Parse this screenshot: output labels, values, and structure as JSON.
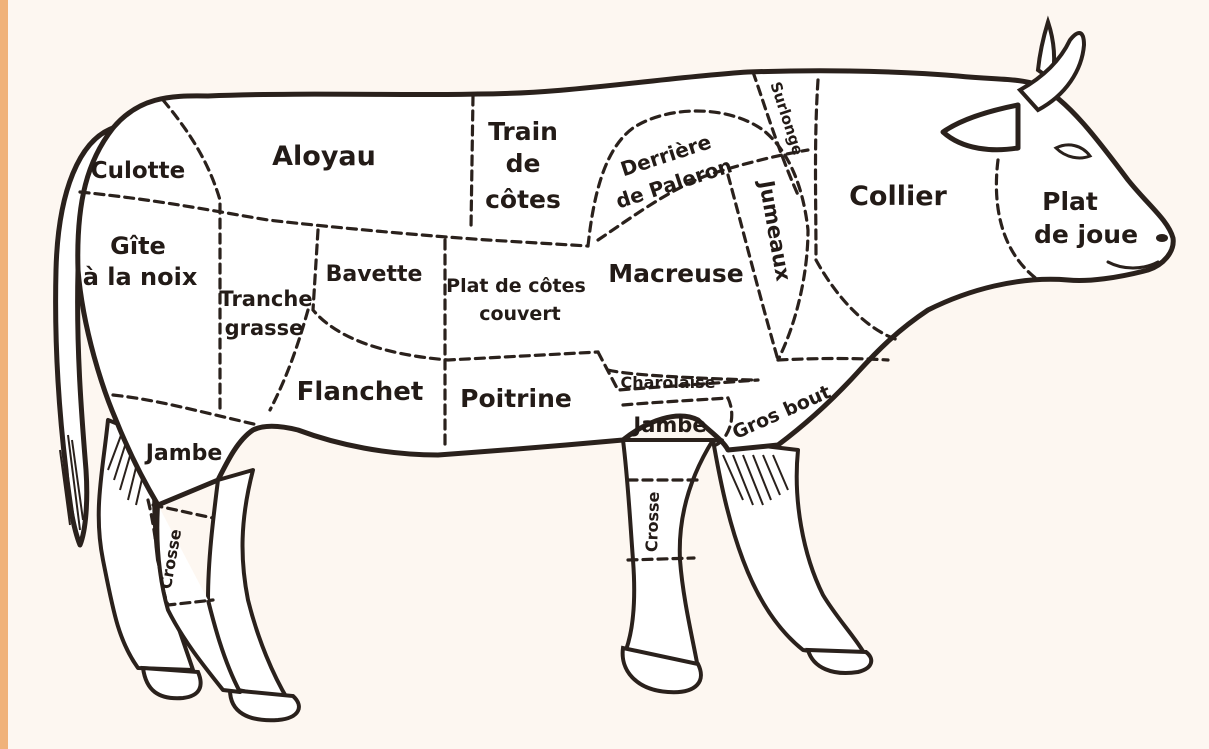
{
  "colors": {
    "frame_border": "#f0b27a",
    "background": "#fdf7f1",
    "outline": "#2a211c"
  },
  "cuts": {
    "culotte": "Culotte",
    "aloyau": "Aloyau",
    "train_de_cotes": [
      "Train",
      "de",
      "côtes"
    ],
    "derriere_de_paleron": [
      "Derrière",
      "de Paleron"
    ],
    "surlonge": "Surlonge",
    "collier": "Collier",
    "plat_de_joue": [
      "Plat",
      "de joue"
    ],
    "gite_a_la_noix": [
      "Gîte",
      "à la noix"
    ],
    "tranche_grasse": [
      "Tranche",
      "grasse"
    ],
    "bavette": "Bavette",
    "plat_de_cotes_couvert": [
      "Plat de côtes",
      "couvert"
    ],
    "macreuse": "Macreuse",
    "jumeaux": "Jumeaux",
    "flanchet": "Flanchet",
    "poitrine": "Poitrine",
    "charolaise": "Charolaise",
    "jambe_rear": "Jambe",
    "jambe_front": "Jambe",
    "gros_bout": "Gros bout",
    "crosse_rear": "Crosse",
    "crosse_front": "Crosse"
  }
}
